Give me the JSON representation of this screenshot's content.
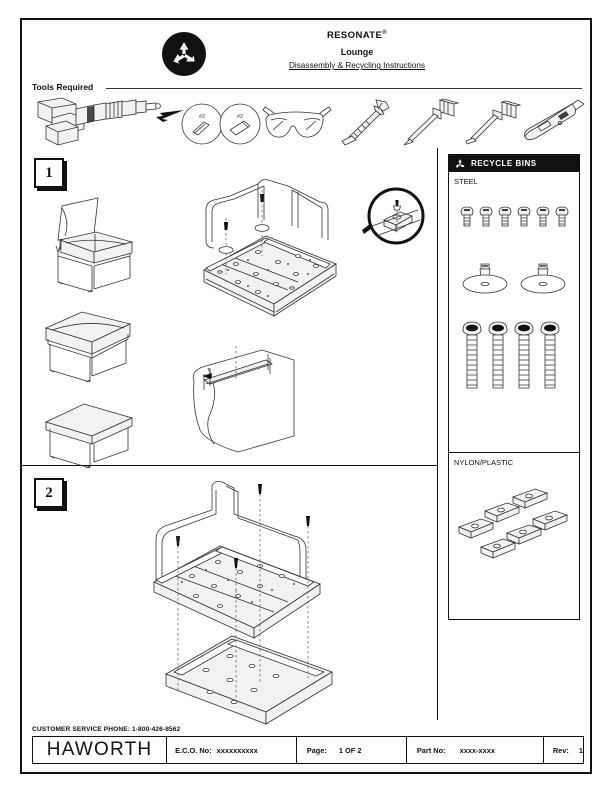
{
  "header": {
    "recycle_icon": "recycle-icon",
    "brand": "RESONATE",
    "trademark": "®",
    "model": "Lounge",
    "subtitle": "Disassembly & Recycling Instructions"
  },
  "tools": {
    "label": "Tools Required",
    "items": [
      {
        "name": "cordless-drill",
        "caption": ""
      },
      {
        "name": "driver-bit-detail-1",
        "caption": "#2"
      },
      {
        "name": "driver-bit-detail-2",
        "caption": "#2"
      },
      {
        "name": "safety-glasses",
        "caption": ""
      },
      {
        "name": "hammer",
        "caption": ""
      },
      {
        "name": "phillips-screwdriver",
        "caption": ""
      },
      {
        "name": "flathead-screwdriver",
        "caption": ""
      },
      {
        "name": "utility-knife",
        "caption": ""
      }
    ]
  },
  "steps": [
    {
      "number": "1",
      "name": "step-1"
    },
    {
      "number": "2",
      "name": "step-2"
    }
  ],
  "step1": {
    "products": [
      "lounge-chair",
      "ottoman",
      "table"
    ],
    "assembly": "frame-and-deck-exploded",
    "detail_callout": "screw-and-nylon-block-detail",
    "back_panel": "upholstered-back-panel"
  },
  "step2": {
    "assembly": "frame-separating-from-base"
  },
  "recycle_bins": {
    "title": "RECYCLE BINS",
    "icon": "recycle-icon",
    "sections": [
      {
        "label": "STEEL",
        "groups": [
          {
            "name": "small-screws",
            "count": 6
          },
          {
            "name": "glide-washers",
            "count": 2
          },
          {
            "name": "long-bolts",
            "count": 4
          }
        ]
      },
      {
        "label": "NYLON/PLASTIC",
        "groups": [
          {
            "name": "nylon-connector-blocks",
            "count": 6
          }
        ]
      }
    ]
  },
  "footer": {
    "customer_service": "CUSTOMER SERVICE PHONE: 1-800-426-8562",
    "logo": "HAWORTH",
    "eco_key": "E.C.O. No:",
    "eco_value": "xxxxxxxxxx",
    "page_key": "Page:",
    "page_value": "1 OF 2",
    "part_key": "Part No:",
    "part_value": "xxxx-xxxx",
    "rev_key": "Rev:",
    "rev_value": "1"
  }
}
